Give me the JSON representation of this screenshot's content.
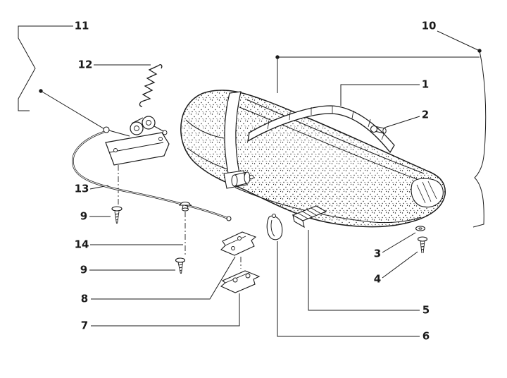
{
  "colors": {
    "ink": "#1a1a1a",
    "background": "#ffffff"
  },
  "callouts": [
    {
      "part": "11",
      "label": "11"
    },
    {
      "part": "10",
      "label": "10"
    },
    {
      "part": "12",
      "label": "12"
    },
    {
      "part": "1",
      "label": "1"
    },
    {
      "part": "2",
      "label": "2"
    },
    {
      "part": "13",
      "label": "13"
    },
    {
      "part": "9",
      "label": "9"
    },
    {
      "part": "14",
      "label": "14"
    },
    {
      "part": "9",
      "label": "9"
    },
    {
      "part": "3",
      "label": "3"
    },
    {
      "part": "4",
      "label": "4"
    },
    {
      "part": "8",
      "label": "8"
    },
    {
      "part": "5",
      "label": "5"
    },
    {
      "part": "7",
      "label": "7"
    },
    {
      "part": "6",
      "label": "6"
    }
  ]
}
